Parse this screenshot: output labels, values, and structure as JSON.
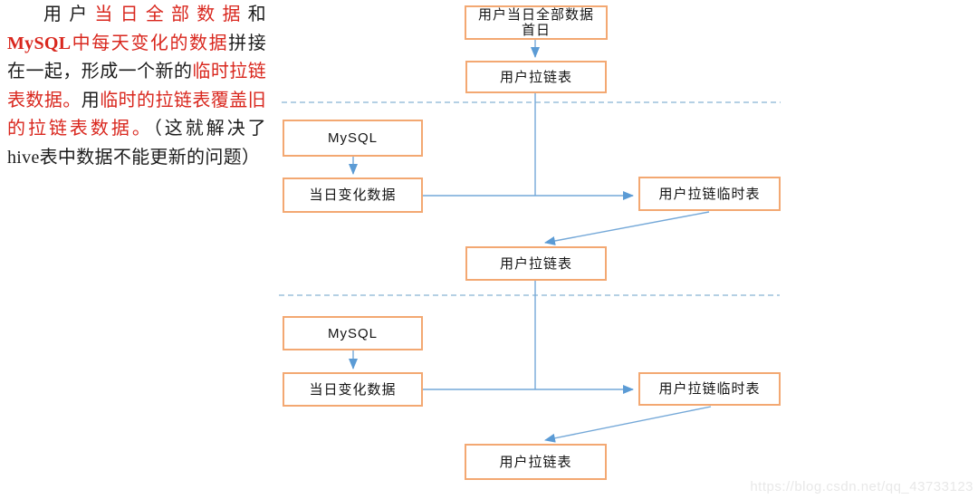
{
  "colors": {
    "box-border": "#f3a872",
    "arrow": "#74a8d8",
    "arrow-head": "#5b9bd5",
    "dashed": "#9cc0dc",
    "red-text": "#d9271e",
    "ink": "#1c1c1c",
    "watermark": "#e8e8e8"
  },
  "note": {
    "segments": [
      {
        "text": "用户",
        "style": "black"
      },
      {
        "text": "当日全部数据",
        "style": "red"
      },
      {
        "text": "和",
        "style": "black"
      },
      {
        "text": "MySQL",
        "style": "red-bold"
      },
      {
        "text": "中每天变化的数据",
        "style": "red"
      },
      {
        "text": "拼接在一起，形成一个新的",
        "style": "black"
      },
      {
        "text": "临时拉链表数据。",
        "style": "red"
      },
      {
        "text": "用",
        "style": "black"
      },
      {
        "text": "临时的拉链表覆盖旧的拉链表数据。",
        "style": "red"
      },
      {
        "text": "（这就解决了hive表中数据不能更新的问题）",
        "style": "black"
      }
    ]
  },
  "diagram": {
    "nodes": [
      {
        "id": "user-full-data-day1",
        "label": "用户当日全部数据",
        "label2": "首日"
      },
      {
        "id": "user-zipper-table-1",
        "label": "用户拉链表"
      },
      {
        "id": "mysql-1",
        "label": "MySQL"
      },
      {
        "id": "daily-change-data-1",
        "label": "当日变化数据"
      },
      {
        "id": "user-zipper-temp-table-1",
        "label": "用户拉链临时表"
      },
      {
        "id": "user-zipper-table-2",
        "label": "用户拉链表"
      },
      {
        "id": "mysql-2",
        "label": "MySQL"
      },
      {
        "id": "daily-change-data-2",
        "label": "当日变化数据"
      },
      {
        "id": "user-zipper-temp-table-2",
        "label": "用户拉链临时表"
      },
      {
        "id": "user-zipper-table-3",
        "label": "用户拉链表"
      }
    ]
  },
  "watermark": {
    "text": "https://blog.csdn.net/qq_43733123"
  }
}
